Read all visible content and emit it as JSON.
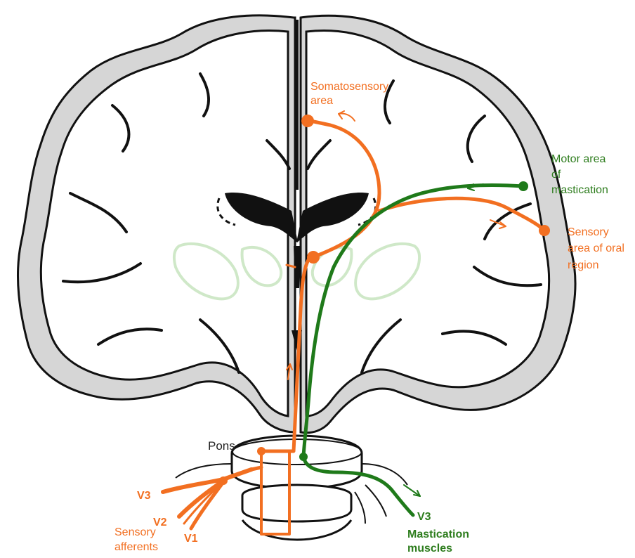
{
  "colors": {
    "sensory_pathway": "#f26f21",
    "motor_pathway": "#1f7a1a",
    "cortex_grey": "#d6d6d6",
    "outline": "#111111",
    "basal_ganglia": "#cfe8c8"
  },
  "labels": {
    "somatosensory_line1": "Somatosensory",
    "somatosensory_line2": "area",
    "motor_line1": "Motor area",
    "motor_line2": "of",
    "motor_line3": "mastication",
    "sensory_oral_line1": "Sensory",
    "sensory_oral_line2": "area of oral",
    "sensory_oral_line3": "region",
    "pons": "Pons",
    "v3_sensory": "V3",
    "v2": "V2",
    "v1": "V1",
    "sensory_afferents_line1": "Sensory",
    "sensory_afferents_line2": "afferents",
    "v3_motor": "V3",
    "mastication_line1": "Mastication",
    "mastication_line2": "muscles"
  },
  "icons": [
    "direction-arrow-icon",
    "neuron-cell-body-icon"
  ]
}
